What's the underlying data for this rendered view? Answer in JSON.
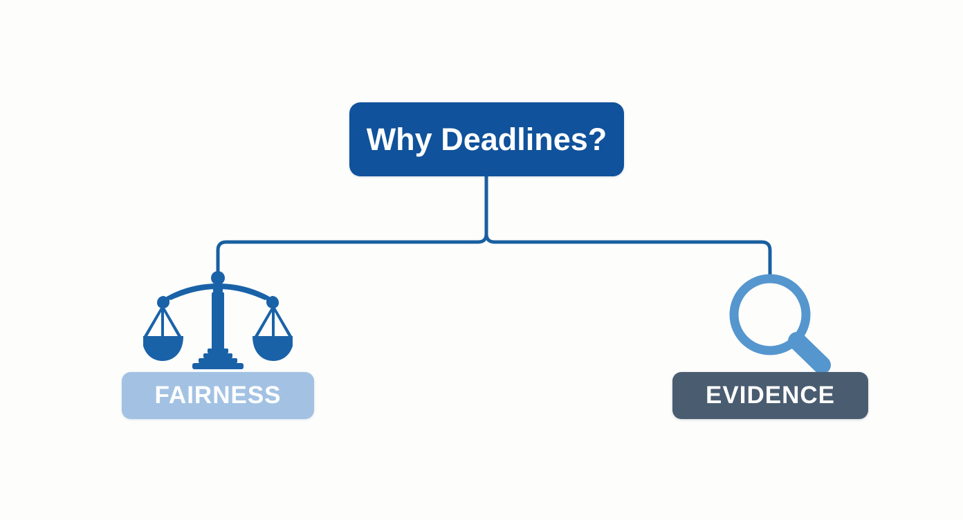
{
  "diagram": {
    "title": "Why Deadlines?",
    "background_color": "#fdfdfc",
    "connector_color": "#1a5fa0",
    "root": {
      "label": "Why Deadlines?",
      "fill_color": "#10529b",
      "text_color": "#ffffff"
    },
    "branches": [
      {
        "id": "fairness",
        "label": "FAIRNESS",
        "icon": "scales-of-justice-icon",
        "icon_color": "#1a62a8",
        "fill_color": "#a3c2e3",
        "text_color": "#ffffff"
      },
      {
        "id": "evidence",
        "label": "EVIDENCE",
        "icon": "magnifying-glass-icon",
        "icon_color": "#5596ce",
        "fill_color": "#4a5c70",
        "text_color": "#ffffff"
      }
    ]
  }
}
